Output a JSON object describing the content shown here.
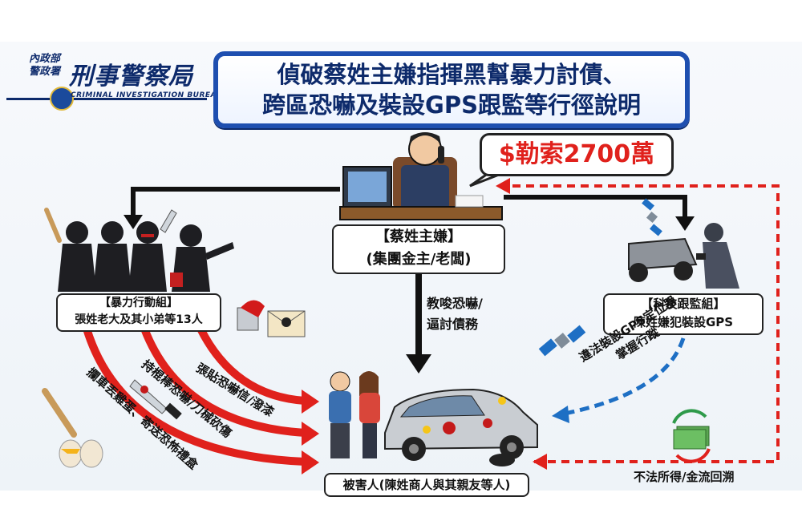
{
  "logo": {
    "agency_line1": "內政部",
    "agency_line2": "警政署",
    "bureau_name": "刑事警察局",
    "bureau_english": "CRIMINAL INVESTIGATION BUREAU"
  },
  "title": {
    "line1": "偵破蔡姓主嫌指揮黑幫暴力討債、",
    "line2": "跨區恐嚇及裝設GPS跟監等行徑說明"
  },
  "extortion_bubble": "$勒索2700萬",
  "boss": {
    "title": "【蔡姓主嫌】",
    "subtitle": "(集團金主/老闆)"
  },
  "violence_group": {
    "title": "【暴力行動組】",
    "subtitle": "張姓老大及其小弟等13人"
  },
  "tech_group": {
    "title": "【科技跟監組】",
    "subtitle": "陳姓嫌犯裝設GPS"
  },
  "instigation": {
    "line1": "教唆恐嚇/",
    "line2": "逼討債務"
  },
  "acts": {
    "posting": "張貼恐嚇信/潑漆",
    "beating": "持棍棒恐嚇/刀械砍傷",
    "blocking": "攔車丟雞蛋、寄送恐怖禮盒"
  },
  "gps_note": {
    "line1": "違法裝設GPS定位器",
    "line2": "掌握行蹤"
  },
  "money_note": "不法所得/金流回溯",
  "victim": "被害人(陳姓商人與其親友等人)",
  "colors": {
    "title_blue": "#1e4fb0",
    "arrow_red": "#e0211c",
    "dashed_blue": "#1e6fc4",
    "arrow_black": "#111111"
  }
}
